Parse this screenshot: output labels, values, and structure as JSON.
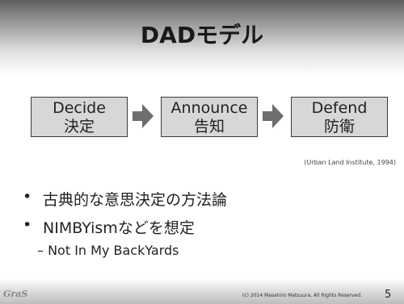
{
  "slide": {
    "title": "DADモデル",
    "flow": [
      {
        "en": "Decide",
        "ja": "決定"
      },
      {
        "en": "Announce",
        "ja": "告知"
      },
      {
        "en": "Defend",
        "ja": "防衛"
      }
    ],
    "source": "(Urban Land Institute, 1994)",
    "bullets": [
      {
        "marker": "•",
        "text": "古典的な意思決定の方法論"
      },
      {
        "marker": "•",
        "text": "NIMBYismなどを想定"
      }
    ],
    "sub_bullet": "– Not In My BackYards",
    "footer": {
      "logo": "GraS",
      "copyright": "(c) 2014 Masahiro Matsuura, All Rights Reserved.",
      "page_number": "5"
    }
  },
  "colors": {
    "box_fill": "#d7d7d7",
    "arrow_fill": "#6e6e6e",
    "header_dark": "#5f5f5f"
  },
  "icons": [
    "right-arrow-icon",
    "right-arrow-icon"
  ]
}
